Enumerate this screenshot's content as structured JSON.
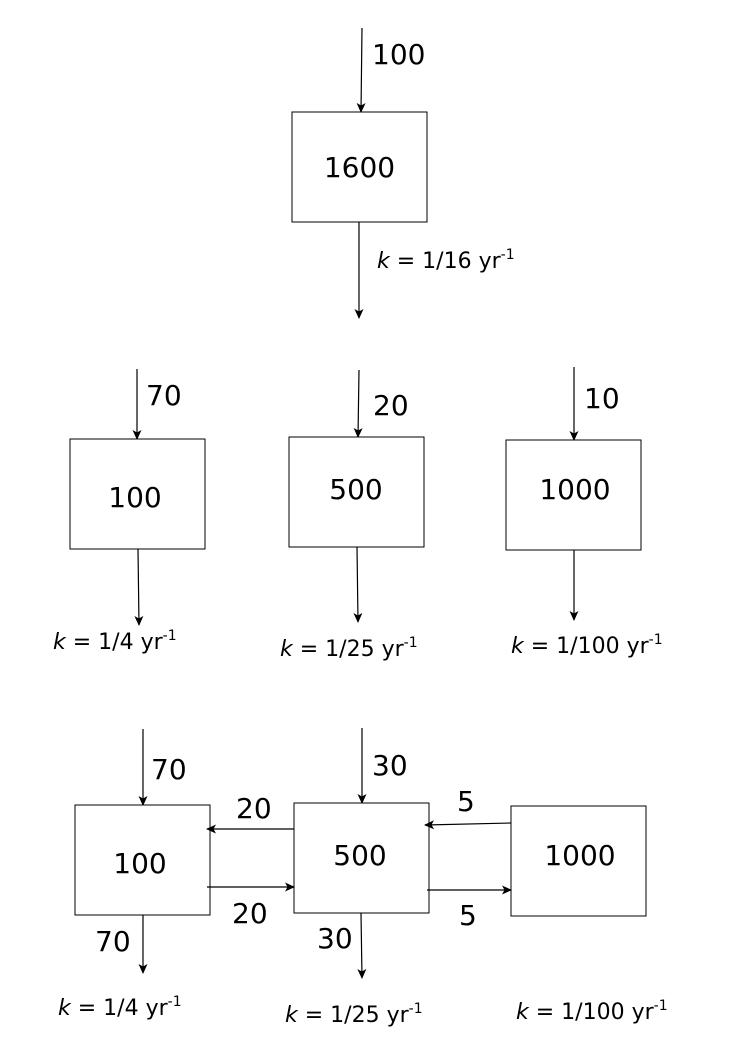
{
  "top": {
    "pool": "1600",
    "inflow": "100",
    "rate": {
      "k": "k",
      "eq": " = 1/16 yr",
      "exp": "-1"
    }
  },
  "middle": {
    "pools": [
      {
        "value": "100",
        "inflow": "70",
        "rate": {
          "k": "k",
          "eq": " = 1/4 yr",
          "exp": "-1"
        }
      },
      {
        "value": "500",
        "inflow": "20",
        "rate": {
          "k": "k",
          "eq": " = 1/25 yr",
          "exp": "-1"
        }
      },
      {
        "value": "1000",
        "inflow": "10",
        "rate": {
          "k": "k",
          "eq": " = 1/100 yr",
          "exp": "-1"
        }
      }
    ]
  },
  "bottom": {
    "pools": [
      {
        "value": "100",
        "inflow": "70",
        "outflow": "70",
        "rate": {
          "k": "k",
          "eq": " = 1/4 yr",
          "exp": "-1"
        }
      },
      {
        "value": "500",
        "inflow": "30",
        "outflow": "30",
        "rate": {
          "k": "k",
          "eq": " = 1/25 yr",
          "exp": "-1"
        }
      },
      {
        "value": "1000",
        "rate": {
          "k": "k",
          "eq": " = 1/100 yr",
          "exp": "-1"
        }
      }
    ],
    "transfers": {
      "pool2_to_pool1": "20",
      "pool1_to_pool2": "20",
      "pool3_to_pool2": "5",
      "pool2_to_pool3": "5"
    }
  }
}
